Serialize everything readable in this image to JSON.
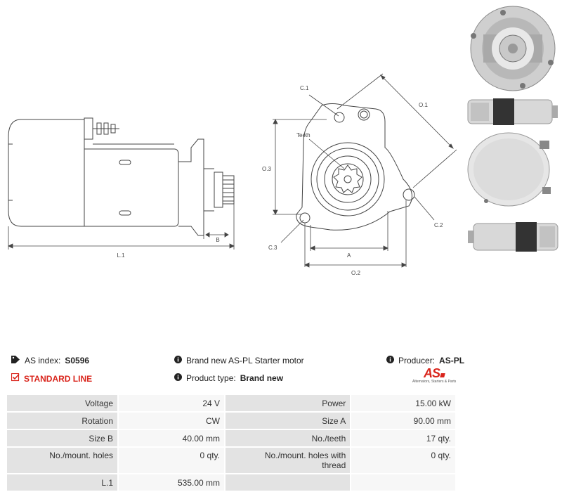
{
  "drawing": {
    "side": {
      "l1": "L.1",
      "b": "B"
    },
    "front": {
      "c1": "C.1",
      "c2": "C.2",
      "c3": "C.3",
      "o1": "O.1",
      "o2": "O.2",
      "o3": "O.3",
      "a": "A",
      "teeth": "Teeth"
    }
  },
  "info": {
    "as_index_label": "AS index:",
    "as_index_value": "S0596",
    "description": "Brand new AS-PL Starter motor",
    "producer_label": "Producer:",
    "producer_value": "AS-PL",
    "standard_line": "STANDARD LINE",
    "product_type_label": "Product type:",
    "product_type_value": "Brand new",
    "logo_text": "AS",
    "logo_tagline": "Alternators, Starters & Parts"
  },
  "specs": {
    "rows": [
      {
        "l1": "Voltage",
        "v1": "24 V",
        "l2": "Power",
        "v2": "15.00 kW"
      },
      {
        "l1": "Rotation",
        "v1": "CW",
        "l2": "Size A",
        "v2": "90.00 mm"
      },
      {
        "l1": "Size B",
        "v1": "40.00 mm",
        "l2": "No./teeth",
        "v2": "17 qty."
      },
      {
        "l1": "No./mount. holes",
        "v1": "0 qty.",
        "l2": "No./mount. holes with thread",
        "v2": "0 qty."
      },
      {
        "l1": "L.1",
        "v1": "535.00 mm",
        "l2": "",
        "v2": ""
      }
    ]
  },
  "colors": {
    "accent": "#d9241b",
    "line": "#444444"
  }
}
